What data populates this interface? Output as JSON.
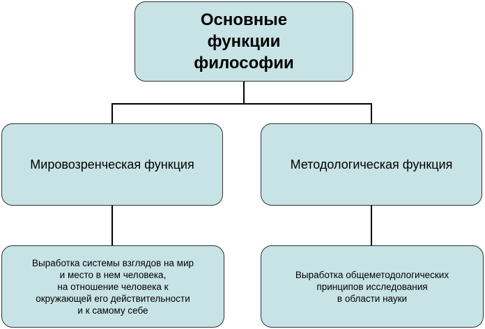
{
  "root": {
    "title": "Основные\nфункции\nфилософии"
  },
  "branches": [
    {
      "label": "Мировозренческая функция",
      "description": "Выработка системы взглядов на мир\nи место в нем человека,\nна отношение человека к\nокружающей его действительности\nи к самому себе"
    },
    {
      "label": "Методологическая функция",
      "description": "Выработка общеметодологических\nпринципов исследования\nв области науки"
    }
  ],
  "colors": {
    "box_fill": "#c7e3e6",
    "box_border": "#2f2f2f",
    "connector": "#000000"
  }
}
